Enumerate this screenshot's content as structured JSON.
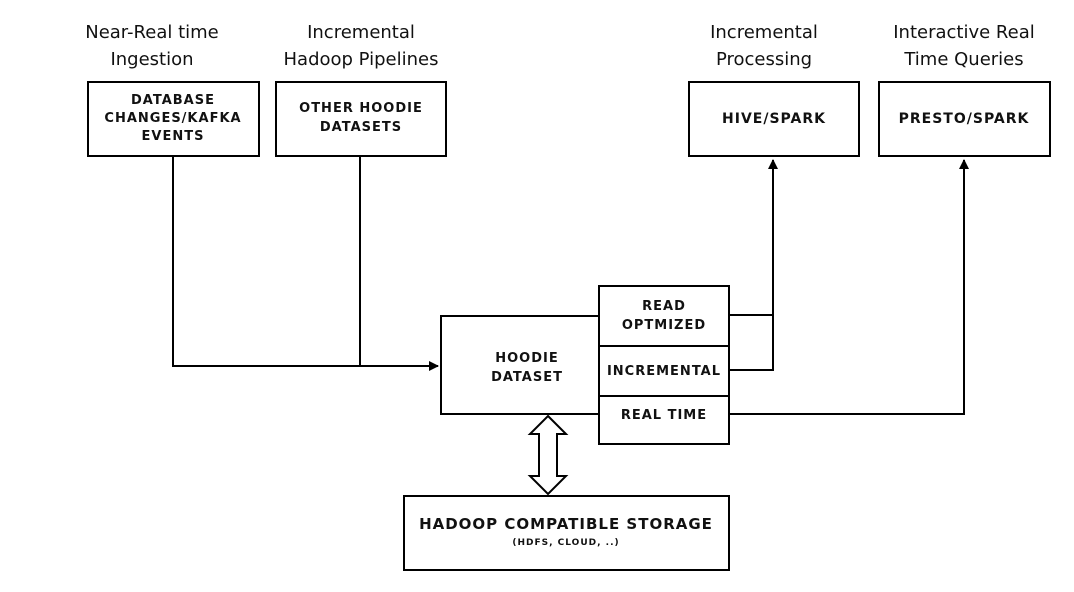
{
  "headers": {
    "near_real_time_1": "Near-Real time",
    "near_real_time_2": "Ingestion",
    "incremental_pipelines_1": "Incremental",
    "incremental_pipelines_2": "Hadoop Pipelines",
    "incremental_processing_1": "Incremental",
    "incremental_processing_2": "Processing",
    "interactive_1": "Interactive Real",
    "interactive_2": "Time Queries"
  },
  "boxes": {
    "database_1": "DATABASE",
    "database_2": "CHANGES/KAFKA",
    "database_3": "EVENTS",
    "other_hoodie_1": "OTHER HOODIE",
    "other_hoodie_2": "DATASETS",
    "hive_spark": "HIVE/SPARK",
    "presto_spark": "PRESTO/SPARK",
    "hoodie_dataset_1": "HOODIE",
    "hoodie_dataset_2": "DATASET",
    "read_optimized_1": "READ",
    "read_optimized_2": "OPTMIZED",
    "incremental": "INCREMENTAL",
    "real_time": "REAL TIME",
    "storage_title": "HADOOP COMPATIBLE STORAGE",
    "storage_sub": "(HDFS, CLOUD, ..)"
  },
  "colors": {
    "stroke": "#000000",
    "text": "#111111",
    "background": "#ffffff"
  }
}
